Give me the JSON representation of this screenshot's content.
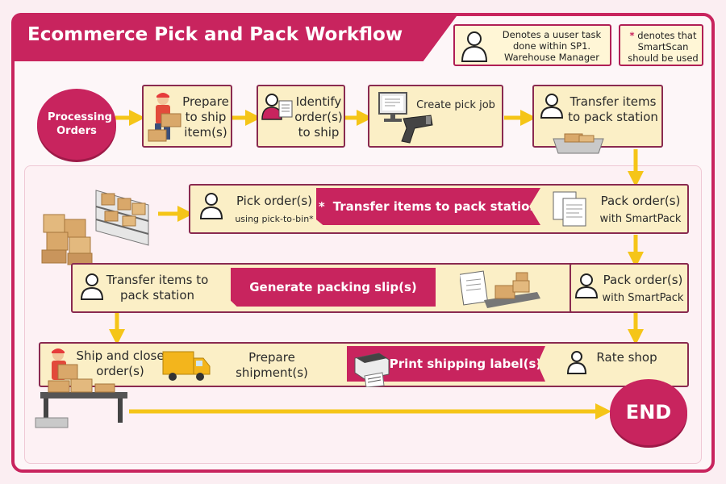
{
  "title": "Ecommerce Pick and Pack Workflow",
  "legend": {
    "user_task": "Denotes a uuser task done within SP1. Warehouse Manager",
    "smartscan": "denotes that SmartScan should be used",
    "star": "*"
  },
  "nodes": {
    "start": "Processing Orders",
    "prepare": "Prepare to ship item(s)",
    "identify": "Identify order(s) to ship",
    "create_job": "Create pick job",
    "transfer_top": "Transfer items to pack station",
    "pick_orders": "Pick order(s)",
    "pick_orders_sub": "using pick-to-bin*",
    "ribbon_transfer_star": "*",
    "ribbon_transfer": "Transfer items to pack station",
    "pack_smartpack_1": "Pack order(s)",
    "pack_smartpack_1_sub": "with SmartPack",
    "transfer_row3": "Transfer items to pack station",
    "ribbon_packing_slip": "Generate packing slip(s)",
    "pack_smartpack_2": "Pack order(s)",
    "pack_smartpack_2_sub": "with SmartPack",
    "ship_close": "Ship and close order(s)",
    "prepare_shipment": "Prepare shipment(s)",
    "ribbon_label": "Print shipping label(s)",
    "rate_shop": "Rate shop",
    "end": "END"
  },
  "colors": {
    "accent": "#c8245e",
    "box_fill": "#fbefc6",
    "arrow": "#f5c518"
  },
  "icons": [
    "person-icon",
    "warehouse-worker-icon",
    "barcode-scanner-icon",
    "computer-icon",
    "tray-icon",
    "shelves-icon",
    "documents-icon",
    "truck-icon",
    "label-printer-icon",
    "conveyor-icon"
  ]
}
